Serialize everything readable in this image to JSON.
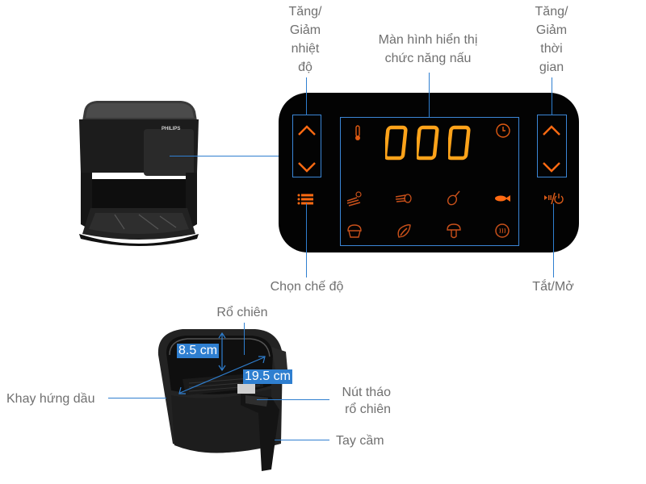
{
  "callouts": {
    "temp_adjust": "Tăng/\nGiảm\nnhiệt\nđộ",
    "display": "Màn hình hiển thị\nchức năng nấu",
    "time_adjust": "Tăng/\nGiảm\nthời\ngian",
    "mode_select": "Chọn chế độ",
    "power": "Tắt/Mở",
    "basket": "Rổ chiên",
    "drip_tray": "Khay hứng dầu",
    "release_button": "Nút tháo\nrổ chiên",
    "handle": "Tay cầm"
  },
  "panel": {
    "display_value": "000",
    "left_controls": [
      "chevron-up",
      "chevron-down"
    ],
    "right_controls": [
      "chevron-up",
      "chevron-down"
    ],
    "status_icons": [
      "thermometer",
      "clock"
    ],
    "function_icons_row1": [
      "frozen-fries",
      "meat",
      "drumstick",
      "fish"
    ],
    "function_icons_row2": [
      "cupcake",
      "vegetable",
      "mushroom",
      "keep-warm"
    ],
    "menu_icon": "menu",
    "power_icon": "play-pause-power",
    "accent_color": "#ff6a12",
    "digit_color": "#ffa31a"
  },
  "product": {
    "brand": "PHILIPS"
  },
  "dimensions": {
    "height": "8.5 cm",
    "diagonal": "19.5 cm"
  },
  "colors": {
    "callout_line": "#2f7fd0",
    "label_text": "#707070"
  }
}
